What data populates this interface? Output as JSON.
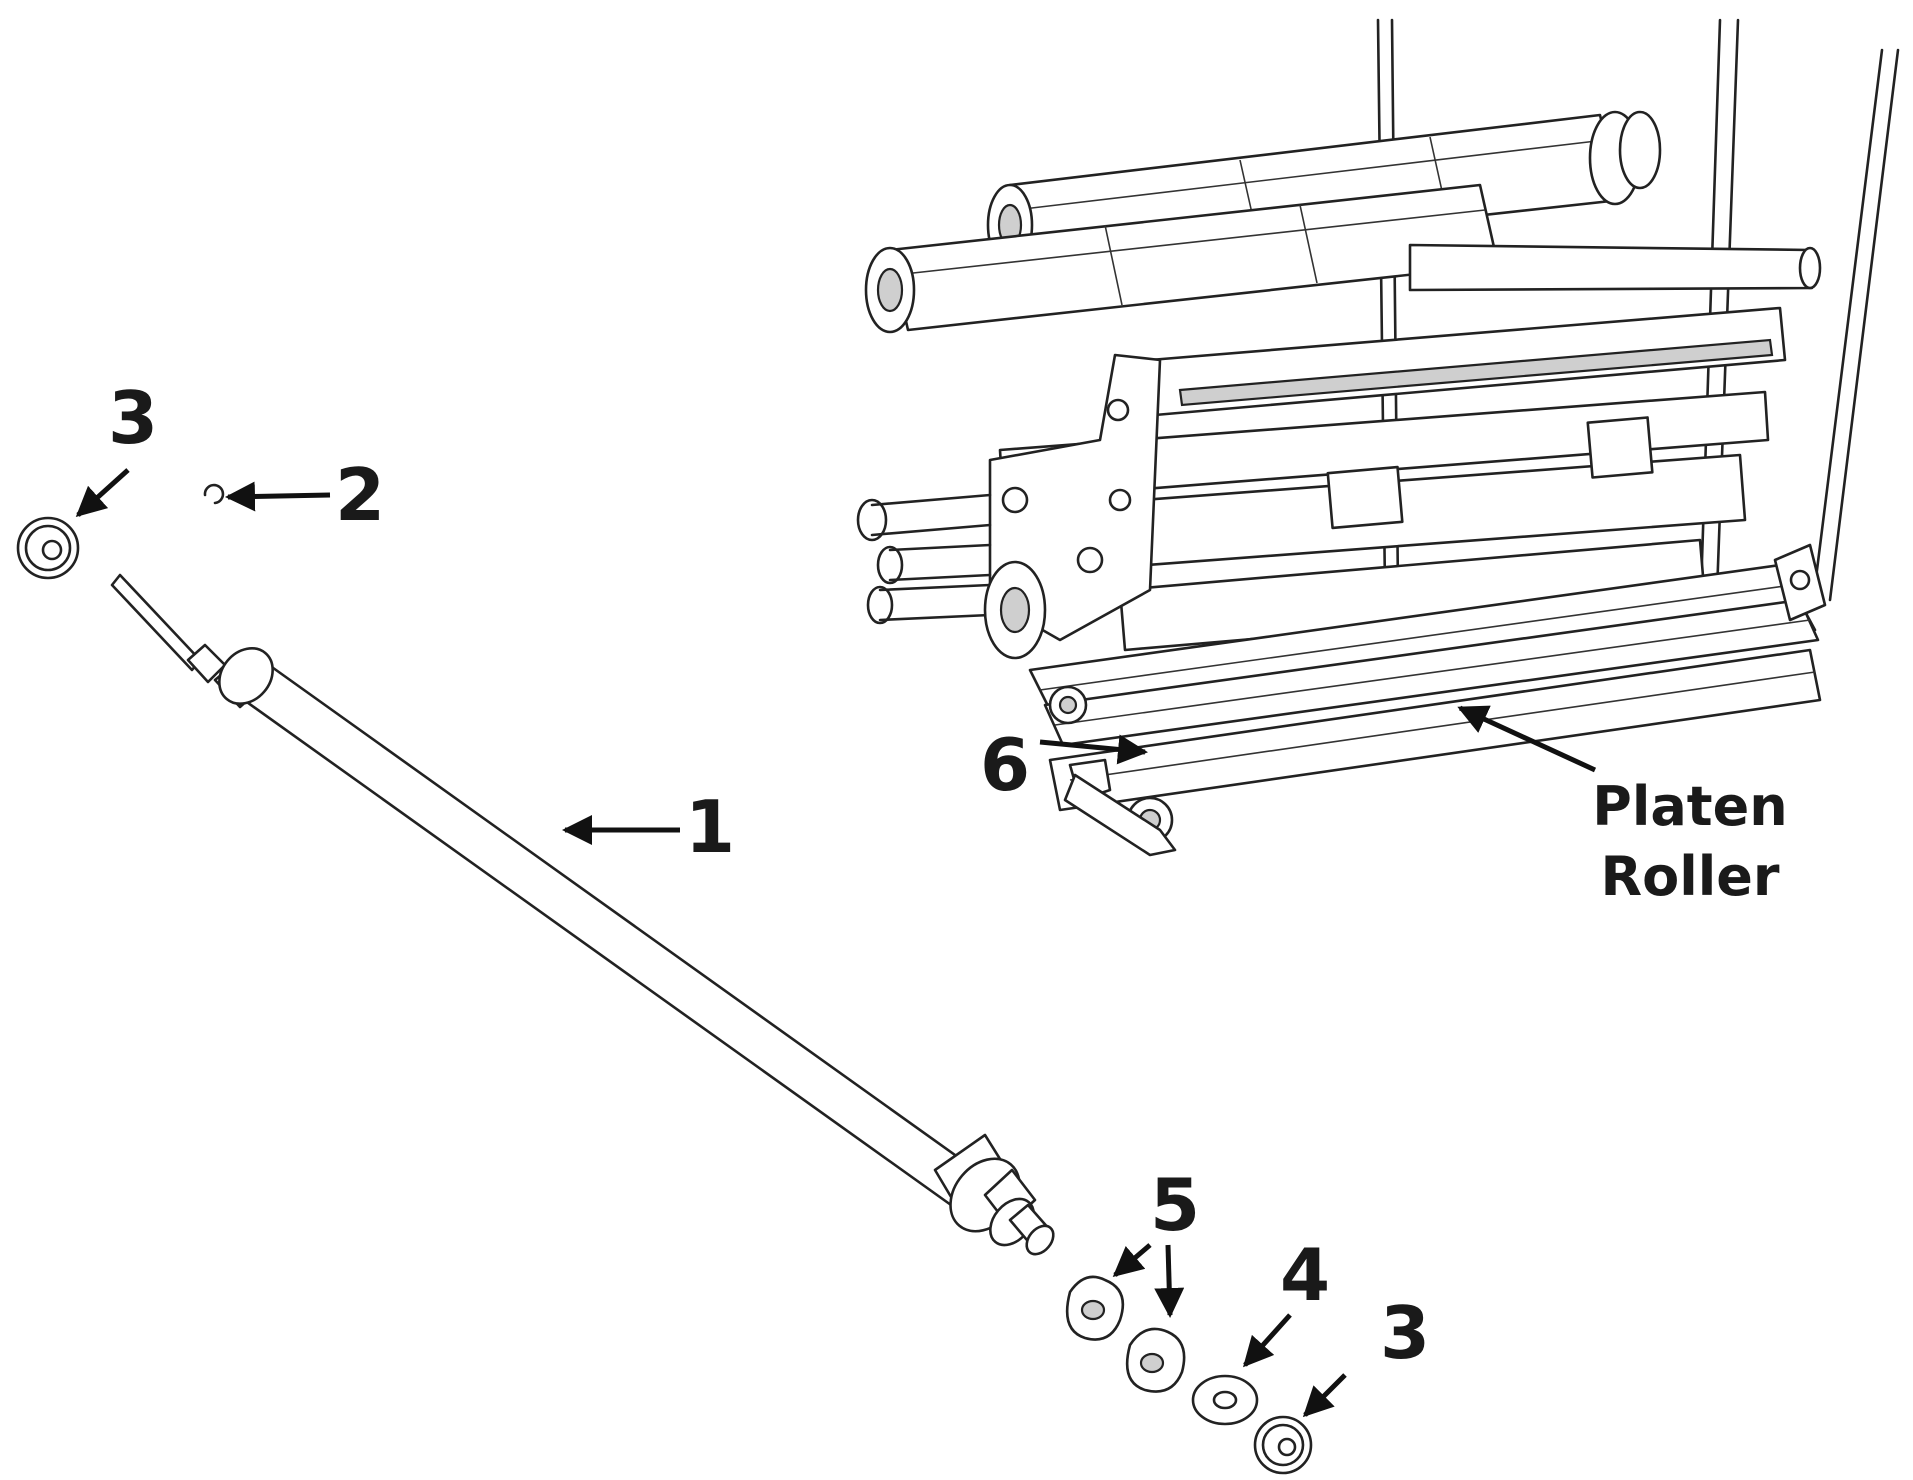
{
  "labels": {
    "part_1": "1",
    "part_2": "2",
    "part_3_left": "3",
    "part_3_right": "3",
    "part_4": "4",
    "part_5": "5",
    "part_6": "6",
    "platen_line1": "Platen",
    "platen_line2": "Roller"
  },
  "colors": {
    "ink": "#222222",
    "background": "#ffffff",
    "shade": "#cfcfcf"
  }
}
